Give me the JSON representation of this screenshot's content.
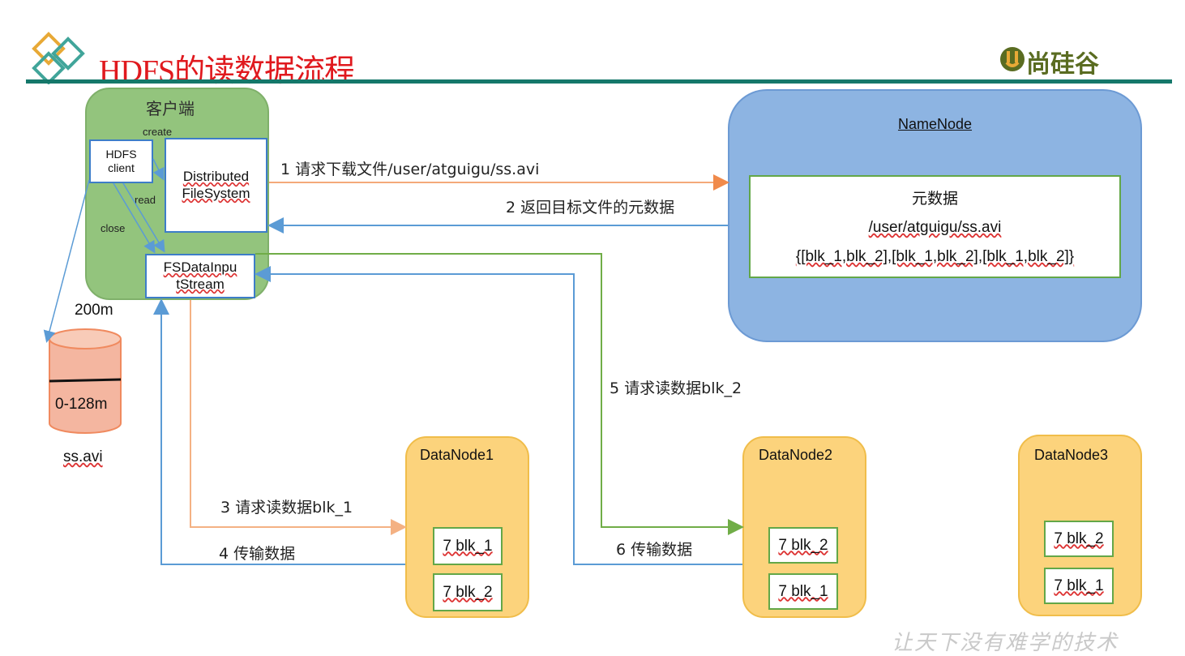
{
  "header": {
    "title": "HDFS的读数据流程",
    "brand": "尚硅谷",
    "slogan": "让天下没有难学的技术"
  },
  "client": {
    "title": "客户端",
    "hdfs_client": "HDFS\nclient",
    "dfs": "Distributed\nFileSystem",
    "fsd": "FSDataInpu\ntStream",
    "create_label": "create",
    "read_label": "read",
    "close_label": "close"
  },
  "disk": {
    "size": "200m",
    "range": "0-128m",
    "file": "ss.avi"
  },
  "namenode": {
    "title": "NameNode",
    "meta_title": "元数据",
    "meta_path": "/user/atguigu/ss.avi",
    "meta_blocks": "{[blk_1,blk_2],[blk_1,blk_2],[blk_1,blk_2]}"
  },
  "steps": {
    "s1": "1 请求下载文件/user/atguigu/ss.avi",
    "s2": "2 返回目标文件的元数据",
    "s3": "3 请求读数据blk_1",
    "s4": "4 传输数据",
    "s5": "5 请求读数据blk_2",
    "s6": "6 传输数据"
  },
  "datanodes": [
    {
      "title": "DataNode1",
      "blocks": [
        "7 blk_1",
        "7 blk_2"
      ]
    },
    {
      "title": "DataNode2",
      "blocks": [
        "7 blk_2",
        "7 blk_1"
      ]
    },
    {
      "title": "DataNode3",
      "blocks": [
        "7 blk_2",
        "7 blk_1"
      ]
    }
  ],
  "colors": {
    "title": "#e0191e",
    "rule": "#15786a",
    "client_bg": "#93c47d",
    "namenode_bg": "#8db4e2",
    "datanode_bg": "#fcd37c",
    "orange_arrow": "#f4a97a",
    "blue_arrow": "#5b9bd5",
    "green_arrow": "#70ad47"
  }
}
